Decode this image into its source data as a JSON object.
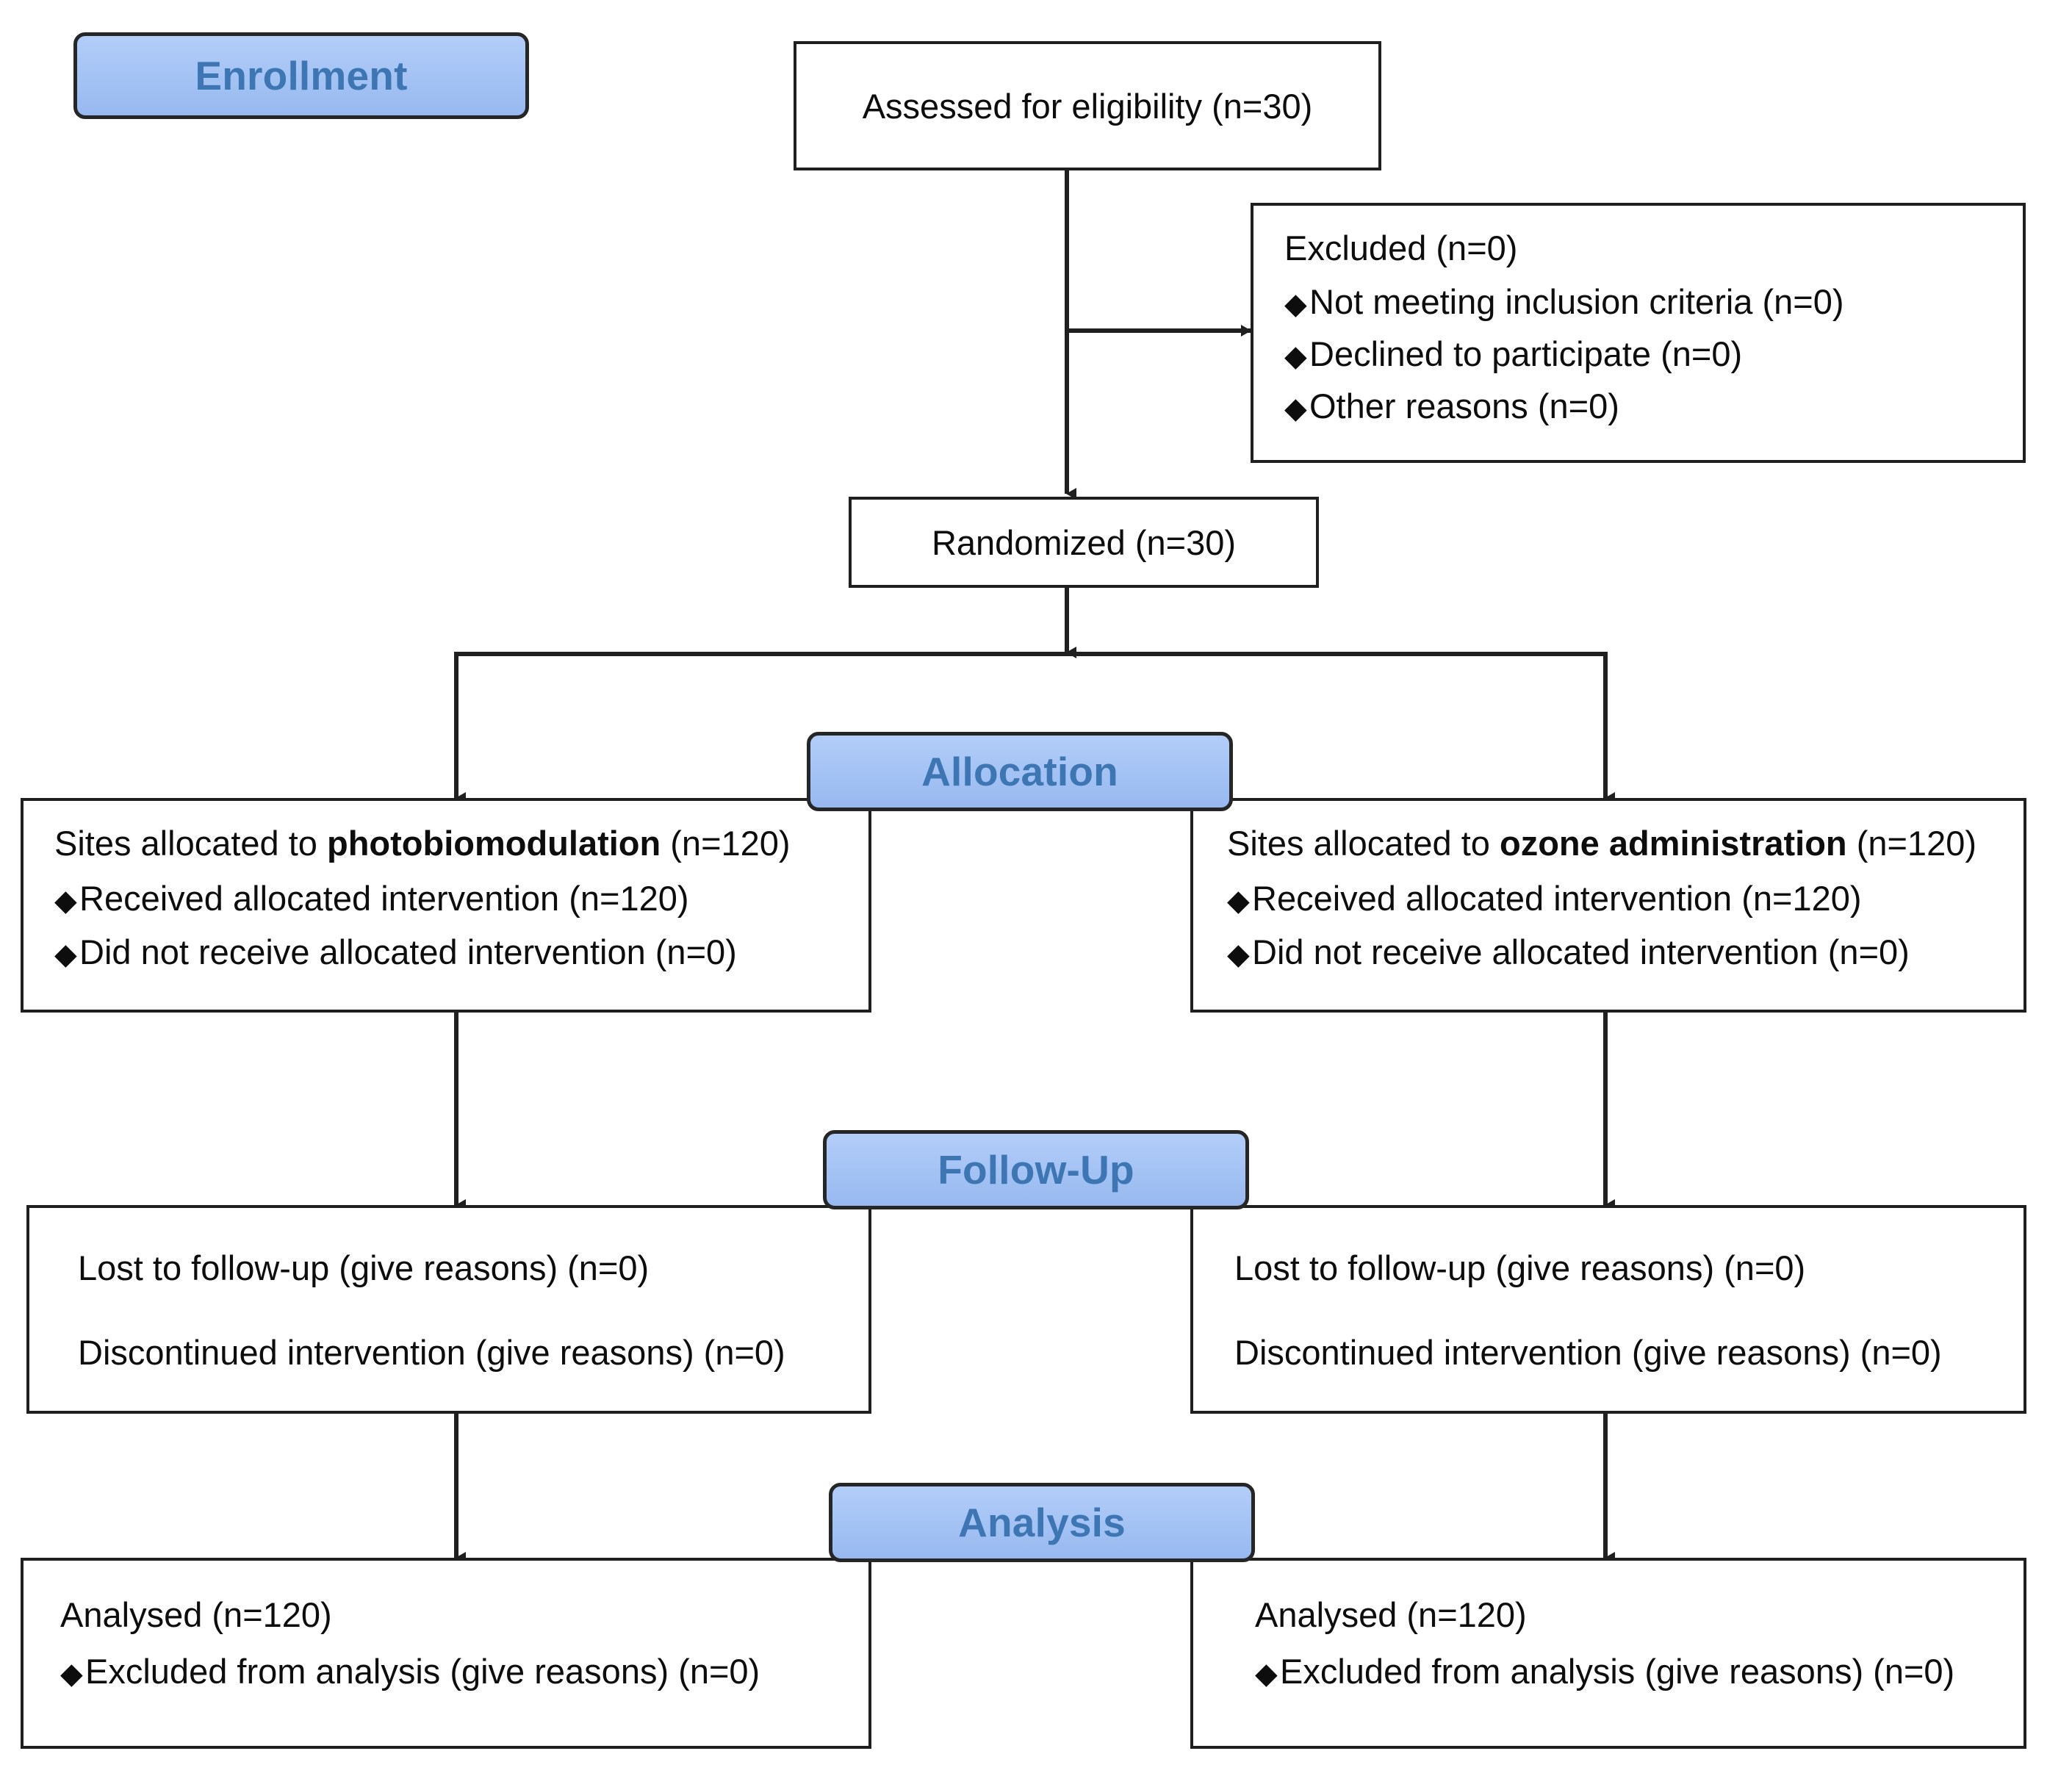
{
  "diagram": {
    "title": "CONSORT flow diagram",
    "accent_banner_fill": "#a3c2f4",
    "accent_banner_text": "#3d76b2",
    "border_color": "#1f1f1f",
    "background": "#ffffff",
    "bullet_glyph": "♦"
  },
  "banners": {
    "enrollment": "Enrollment",
    "allocation": "Allocation",
    "followup": "Follow-Up",
    "analysis": "Analysis"
  },
  "enrollment": {
    "assessed": "Assessed for eligibility (n=30)",
    "excluded_title": "Excluded (n=0)",
    "excluded_items": [
      "Not meeting inclusion criteria (n=0)",
      "Declined to participate (n=0)",
      "Other reasons (n=0)"
    ],
    "randomized": "Randomized (n=30)"
  },
  "allocation": {
    "left": {
      "lead_prefix": "Sites allocated to ",
      "lead_bold": "photobiomodulation",
      "lead_suffix": " (n=120)",
      "items": [
        "Received allocated intervention (n=120)",
        "Did not receive allocated intervention (n=0)"
      ]
    },
    "right": {
      "lead_prefix": "Sites allocated to ",
      "lead_bold": "ozone administration",
      "lead_suffix": " (n=120)",
      "items": [
        "Received allocated intervention (n=120)",
        "Did not receive allocated intervention (n=0)"
      ]
    }
  },
  "followup": {
    "left": {
      "line1": "Lost to follow-up (give reasons) (n=0)",
      "line2": "Discontinued intervention (give reasons) (n=0)"
    },
    "right": {
      "line1": "Lost to follow-up (give reasons) (n=0)",
      "line2": "Discontinued intervention (give reasons) (n=0)"
    }
  },
  "analysis": {
    "left": {
      "lead": "Analysed (n=120)",
      "items": [
        "Excluded from analysis (give reasons) (n=0)"
      ]
    },
    "right": {
      "lead": "Analysed (n=120)",
      "items": [
        "Excluded from analysis (give reasons) (n=0)"
      ]
    }
  }
}
